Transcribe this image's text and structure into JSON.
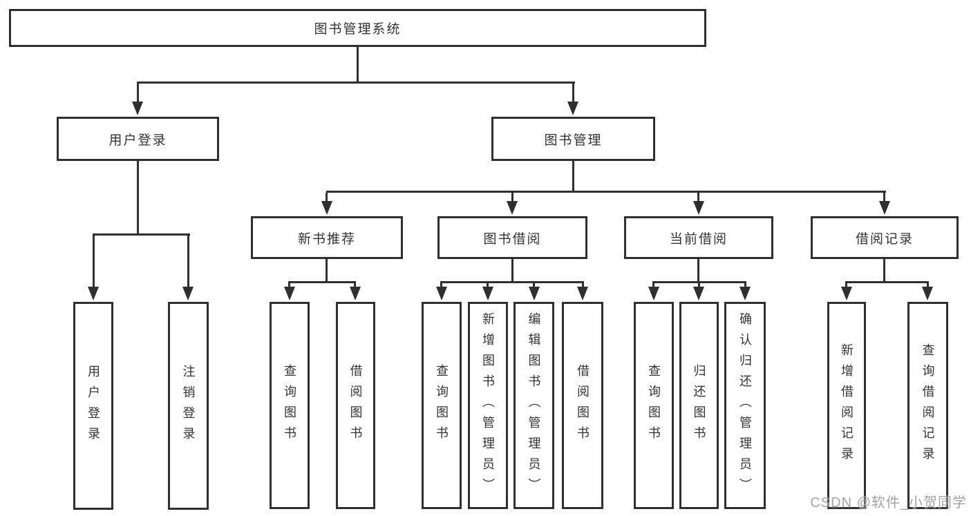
{
  "page": {
    "background_color": "#ffffff",
    "line_color": "#2f2f2f",
    "text_color": "#333333"
  },
  "watermark": {
    "text": "CSDN @软件_小贺同学",
    "color": "#8c8c8c"
  },
  "diagram": {
    "root": {
      "label": "图书管理系统"
    },
    "user_login": {
      "label": "用户登录",
      "children": [
        {
          "label": "用户登录"
        },
        {
          "label": "注销登录"
        }
      ]
    },
    "book_management": {
      "label": "图书管理",
      "sections": [
        {
          "label": "新书推荐",
          "children": [
            {
              "label": "查询图书"
            },
            {
              "label": "借阅图书"
            }
          ]
        },
        {
          "label": "图书借阅",
          "children": [
            {
              "label": "查询图书"
            },
            {
              "label": "新增图书（管理员）"
            },
            {
              "label": "编辑图书（管理员）"
            },
            {
              "label": "借阅图书"
            }
          ]
        },
        {
          "label": "当前借阅",
          "children": [
            {
              "label": "查询图书"
            },
            {
              "label": "归还图书"
            },
            {
              "label": "确认归还（管理员）"
            }
          ]
        },
        {
          "label": "借阅记录",
          "children": [
            {
              "label": "新增借阅记录"
            },
            {
              "label": "查询借阅记录"
            }
          ]
        }
      ]
    }
  }
}
